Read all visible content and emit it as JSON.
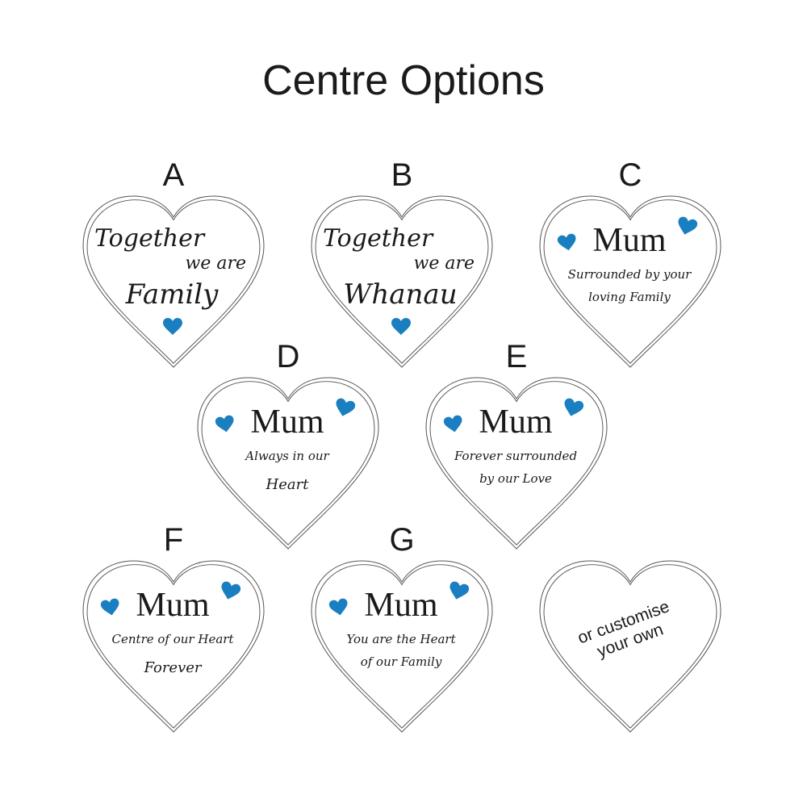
{
  "title": "Centre Options",
  "accent_color": "#1a7fc1",
  "options": [
    {
      "letter": "A",
      "style": "together",
      "lines": [
        "Together",
        "we are",
        "Family"
      ]
    },
    {
      "letter": "B",
      "style": "together",
      "lines": [
        "Together",
        "we are",
        "Whanau"
      ]
    },
    {
      "letter": "C",
      "style": "mum",
      "heading": "Mum",
      "lines": [
        "Surrounded by your",
        "loving Family"
      ]
    },
    {
      "letter": "D",
      "style": "mum",
      "heading": "Mum",
      "lines": [
        "Always in our",
        "Heart"
      ]
    },
    {
      "letter": "E",
      "style": "mum",
      "heading": "Mum",
      "lines": [
        "Forever surrounded",
        "by our Love"
      ]
    },
    {
      "letter": "F",
      "style": "mum",
      "heading": "Mum",
      "lines": [
        "Centre of our Heart",
        "Forever"
      ]
    },
    {
      "letter": "G",
      "style": "mum",
      "heading": "Mum",
      "lines": [
        "You are the Heart",
        "of our Family"
      ]
    },
    {
      "letter": "",
      "style": "custom",
      "lines": [
        "or customise",
        "your own"
      ]
    }
  ]
}
